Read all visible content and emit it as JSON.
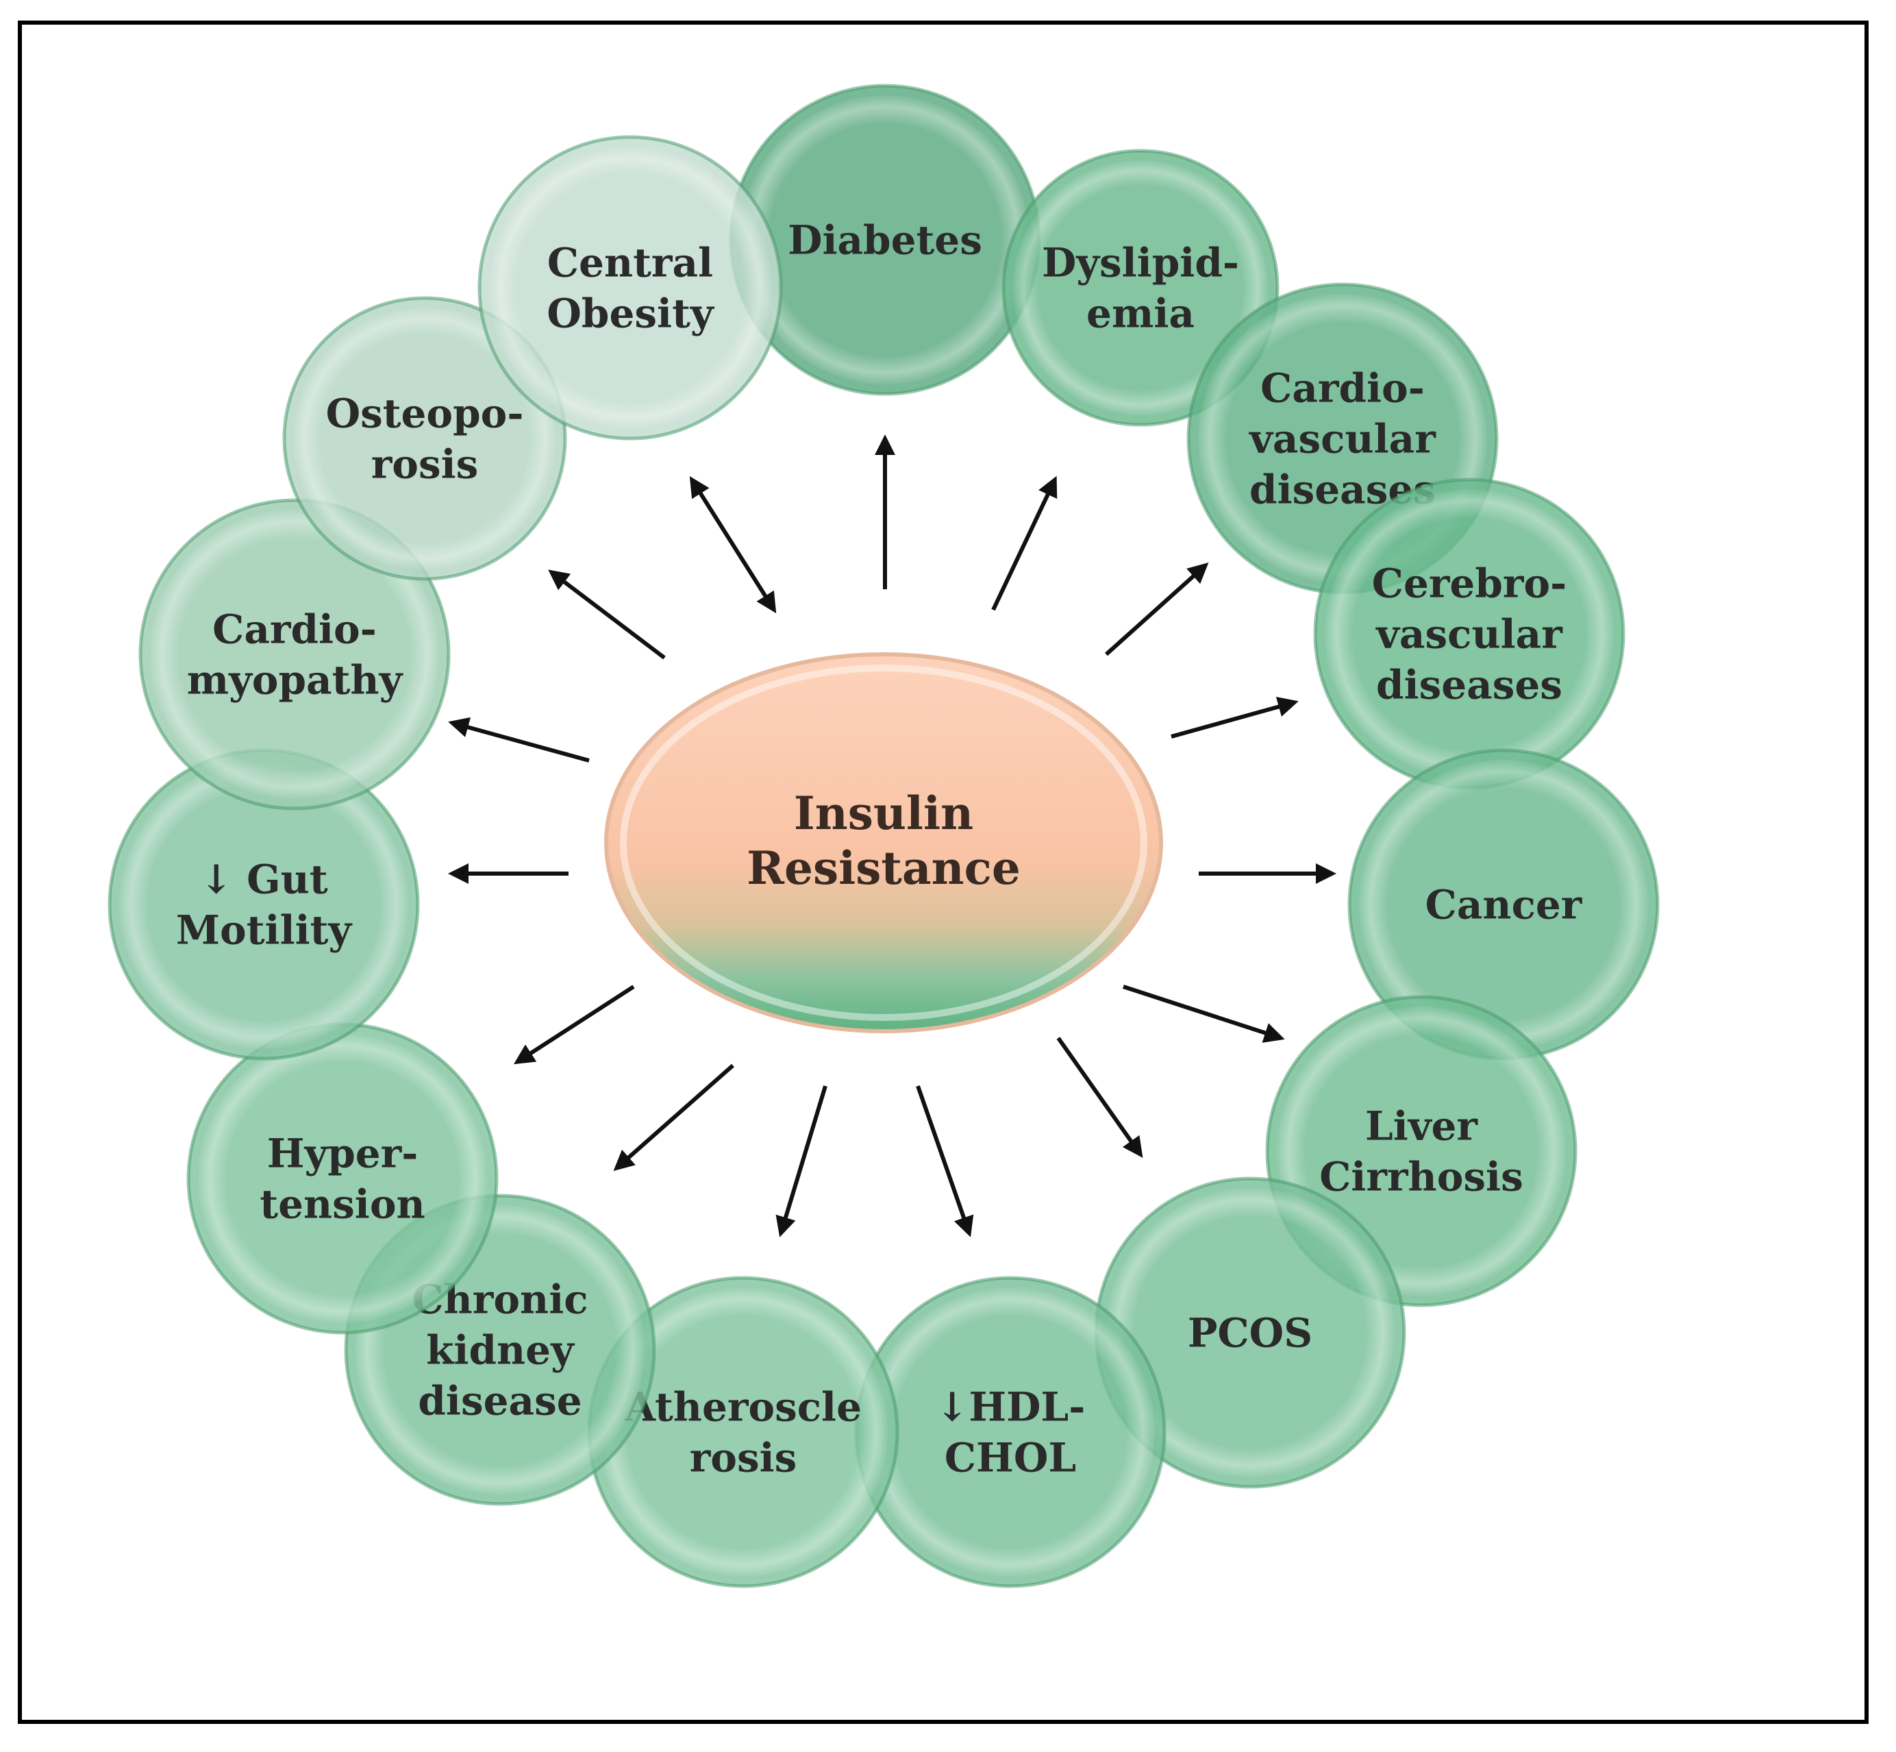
{
  "center": {
    "lines": [
      "Insulin",
      "Resistance"
    ]
  },
  "nodes": [
    {
      "id": "diabetes",
      "lines": [
        "Diabetes"
      ],
      "arrow": "out",
      "color": "#5aaa80"
    },
    {
      "id": "dyslipidemia",
      "lines": [
        "Dyslipid-",
        "emia"
      ],
      "arrow": "out",
      "color": "#6ab88e"
    },
    {
      "id": "cardiovascular-diseases",
      "lines": [
        "Cardio-",
        "vascular",
        "diseases"
      ],
      "arrow": "out",
      "color": "#62b287"
    },
    {
      "id": "cerebrovascular-diseases",
      "lines": [
        "Cerebro-",
        "vascular",
        "diseases"
      ],
      "arrow": "out",
      "color": "#6ab98f"
    },
    {
      "id": "cancer",
      "lines": [
        "Cancer"
      ],
      "arrow": "out",
      "color": "#6dba90"
    },
    {
      "id": "liver-cirrhosis",
      "lines": [
        "Liver",
        "Cirrhosis"
      ],
      "arrow": "out",
      "color": "#72bd94"
    },
    {
      "id": "pcos",
      "lines": [
        "PCOS"
      ],
      "arrow": "out",
      "color": "#78c099"
    },
    {
      "id": "hdl-chol",
      "lines": [
        "↓HDL-",
        "CHOL"
      ],
      "arrow": "out",
      "color": "#78c099"
    },
    {
      "id": "atherosclerosis",
      "lines": [
        "Atheroscle",
        "rosis"
      ],
      "arrow": "out",
      "color": "#80c49f"
    },
    {
      "id": "chronic-kidney-disease",
      "lines": [
        "Chronic",
        "kidney",
        "disease"
      ],
      "arrow": "out",
      "color": "#7cc29c"
    },
    {
      "id": "hypertension",
      "lines": [
        "Hyper-",
        "tension"
      ],
      "arrow": "out",
      "color": "#80c49f"
    },
    {
      "id": "gut-motility",
      "lines": [
        "↓ Gut",
        "Motility"
      ],
      "arrow": "out",
      "color": "#84c4a2"
    },
    {
      "id": "cardiomyopathy",
      "lines": [
        "Cardio-",
        "myopathy"
      ],
      "arrow": "out",
      "color": "#9ccdb1"
    },
    {
      "id": "osteoporosis",
      "lines": [
        "Osteopo-",
        "rosis"
      ],
      "arrow": "out",
      "color": "#b4d6c3"
    },
    {
      "id": "central-obesity",
      "lines": [
        "Central",
        "Obesity"
      ],
      "arrow": "both",
      "color": "#c2dccf"
    }
  ],
  "colors": {
    "center_top": "#fbc9ad",
    "center_bottom": "#6ab98c",
    "arrow": "#111111",
    "frame": "#000000"
  }
}
